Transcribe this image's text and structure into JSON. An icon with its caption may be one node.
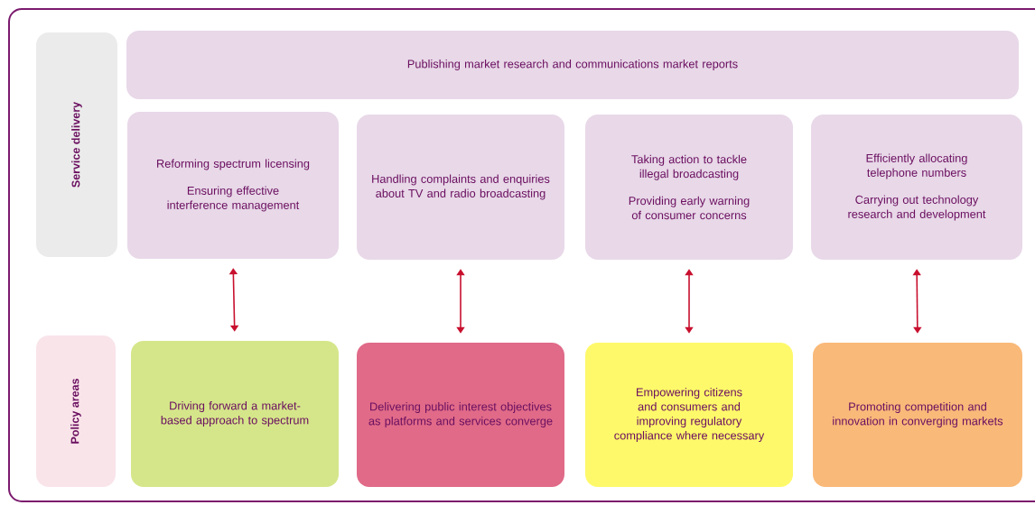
{
  "diagram": {
    "nodes": [
      {
        "text": [
          "Service delivery"
        ]
      },
      {
        "text": [
          "Publishing market research and communications market reports"
        ]
      },
      {
        "text": [
          "Reforming spectrum licensing",
          "Ensuring effective interference management"
        ]
      },
      {
        "text": [
          "Handling complaints and enquiries about TV and radio broadcasting"
        ]
      },
      {
        "text": [
          "Taking action to tackle illegal broadcasting",
          "Providing early warning of consumer concerns"
        ]
      },
      {
        "text": [
          "Efficiently allocating telephone numbers",
          "Carrying out technology research and development"
        ]
      },
      {
        "text": [
          "Policy areas"
        ]
      },
      {
        "text": [
          "Driving forward a market-based approach to  spectrum"
        ]
      },
      {
        "text": [
          "Delivering public interest objectives as platforms and services converge"
        ]
      },
      {
        "text": [
          "Empowering citizens and consumers and improving regulatory compliance where necessary"
        ]
      },
      {
        "text": [
          "Promoting competition and innovation in converging markets"
        ]
      }
    ],
    "edges": [
      {
        "from": 2,
        "to": 7,
        "arrow": "both"
      },
      {
        "from": 3,
        "to": 8,
        "arrow": "both"
      },
      {
        "from": 4,
        "to": 9,
        "arrow": "both"
      },
      {
        "from": 5,
        "to": 10,
        "arrow": "both"
      }
    ]
  }
}
